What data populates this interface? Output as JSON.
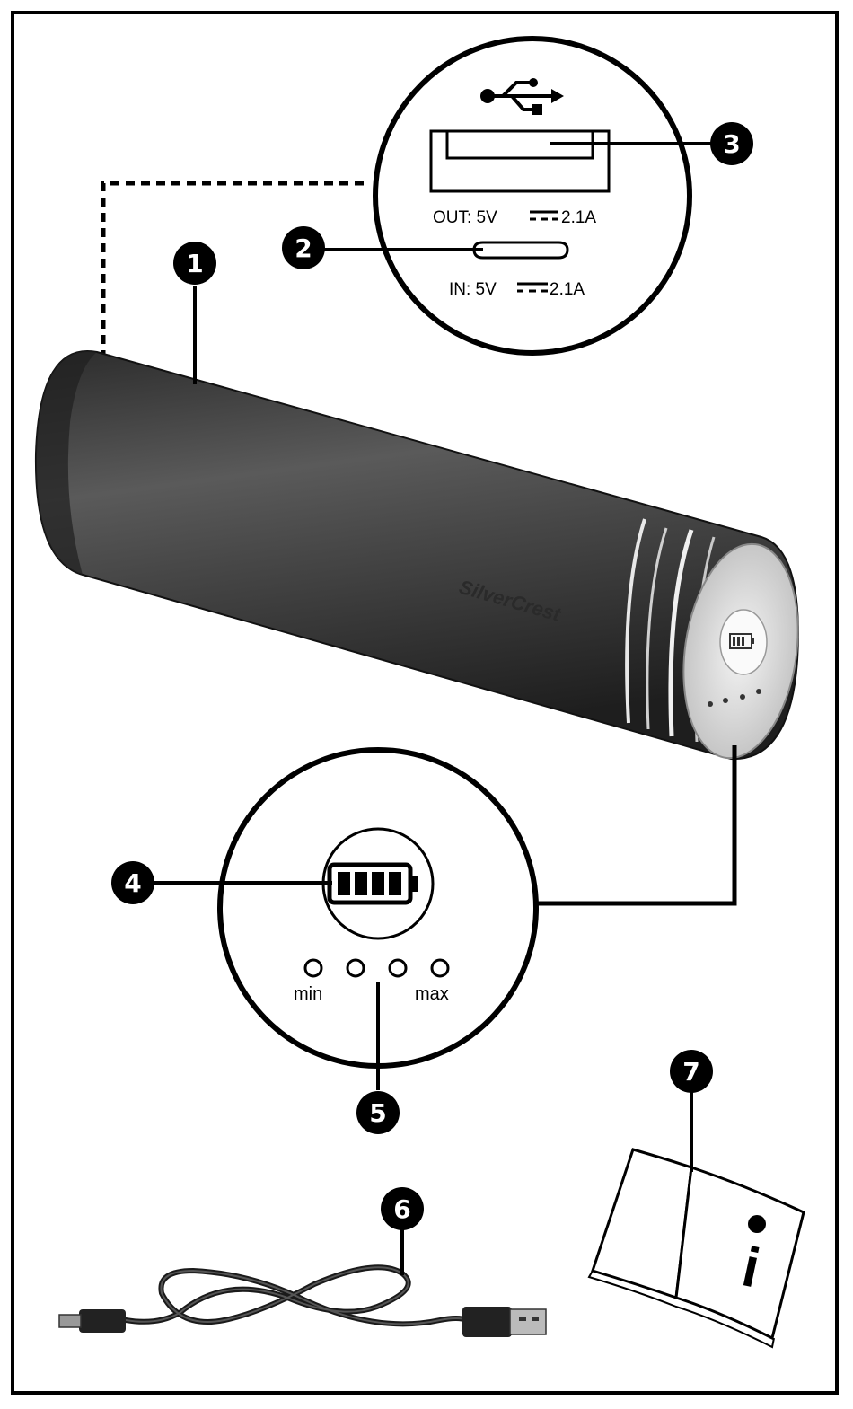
{
  "port_panel": {
    "usb_symbol": "usb-icon",
    "out_label": "OUT: 5V",
    "out_current": "2.1A",
    "in_label": "IN: 5V",
    "in_current": "2.1A"
  },
  "device": {
    "brand": "SilverCrest"
  },
  "indicator_panel": {
    "battery_symbol": "battery-icon",
    "min_label": "min",
    "max_label": "max",
    "led_count": 4
  },
  "callouts": {
    "n1": "1",
    "n2": "2",
    "n3": "3",
    "n4": "4",
    "n5": "5",
    "n6": "6",
    "n7": "7"
  },
  "manual": {
    "symbol": "i"
  },
  "colors": {
    "ink": "#000000",
    "body_dark": "#3a3a3a",
    "body_light": "#6a6a6a",
    "cap": "#e6e6e6"
  }
}
